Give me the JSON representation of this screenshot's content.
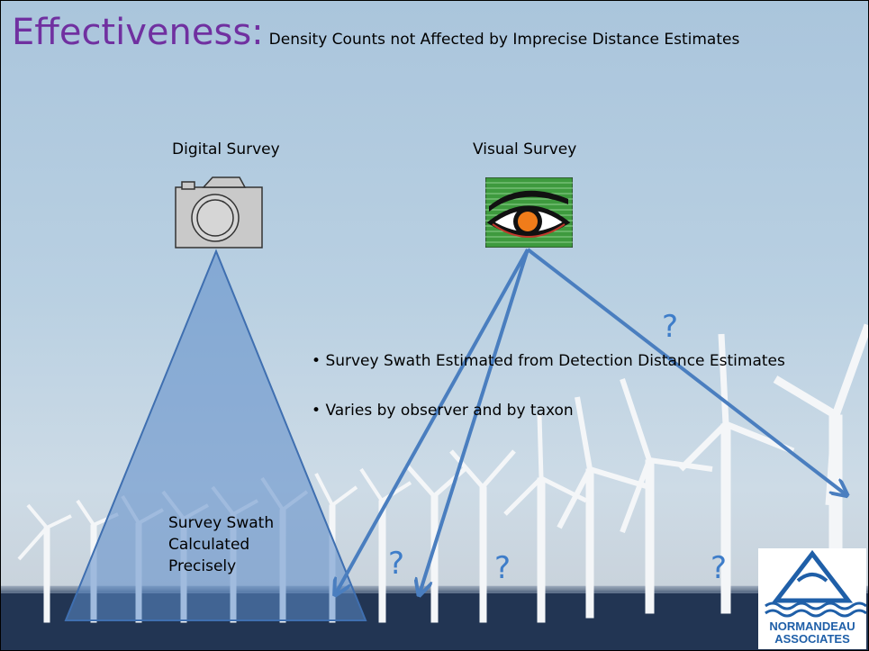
{
  "slide": {
    "title_main": "Effectiveness:",
    "title_sub": "Density Counts not Affected by Imprecise Distance Estimates",
    "digital_label": "Digital Survey",
    "visual_label": "Visual Survey",
    "bullet_1": "Survey Swath Estimated from Detection Distance Estimates",
    "bullet_2": "Varies by observer and by taxon",
    "swath_line1": "Survey Swath",
    "swath_line2": "Calculated",
    "swath_line3": "Precisely",
    "question_mark": "?",
    "logo_line1": "NORMANDEAU",
    "logo_line2": "ASSOCIATES"
  },
  "icons": {
    "camera": "camera-icon",
    "eye": "eye-icon"
  },
  "colors": {
    "title": "#7030a0",
    "arrow": "#4a7ebf",
    "question": "#3e7dc9"
  }
}
